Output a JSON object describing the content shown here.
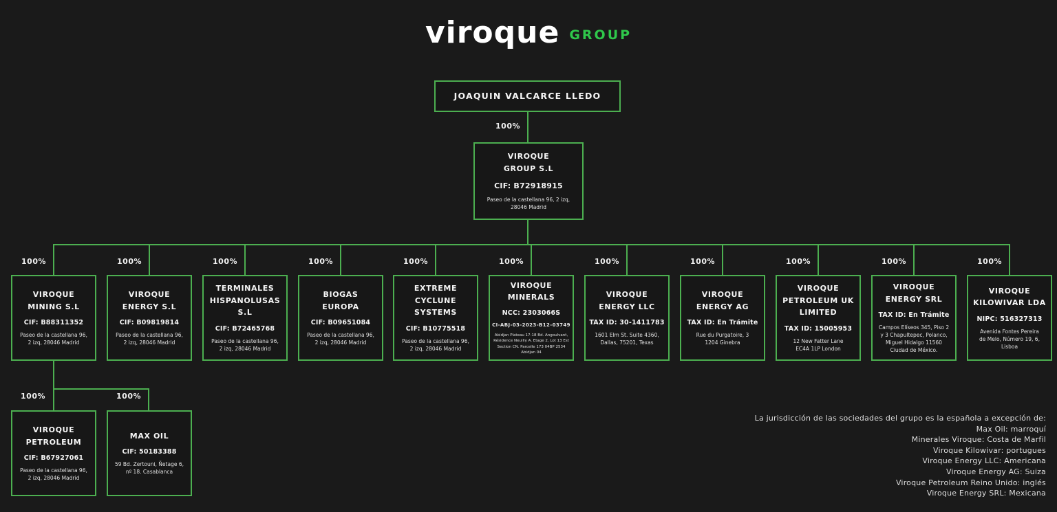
{
  "logo": {
    "brand": "viroque",
    "suffix": "GROUP"
  },
  "colors": {
    "accent_green": "#4caf50",
    "logo_green": "#2fc84b",
    "background": "#1a1a1a",
    "box_fill": "#171717",
    "text_white": "#f2f2f2"
  },
  "chart": {
    "owner": {
      "name": "JOAQUIN VALCARCE LLEDO"
    },
    "holding": {
      "ownership": "100%",
      "name": "VIROQUE\nGROUP S.L",
      "id": "CIF: B72918915",
      "address": "Paseo de la castellana 96, 2 izq,\n28046 Madrid"
    },
    "subsidiaries": [
      {
        "ownership": "100%",
        "name": "VIROQUE\nMINING S.L",
        "id": "CIF: B88311352",
        "address": "Paseo de la castellana 96,\n2 izq, 28046 Madrid"
      },
      {
        "ownership": "100%",
        "name": "VIROQUE\nENERGY S.L",
        "id": "CIF: B09819814",
        "address": "Paseo de la castellana 96,\n2 izq, 28046 Madrid"
      },
      {
        "ownership": "100%",
        "name": "TERMINALES\nHISPANOLUSAS\nS.L",
        "id": "CIF: B72465768",
        "address": "Paseo de la castellana 96,\n2 izq, 28046 Madrid"
      },
      {
        "ownership": "100%",
        "name": "BIOGAS\nEUROPA",
        "id": "CIF: B09651084",
        "address": "Paseo de la castellana 96,\n2 izq, 28046 Madrid"
      },
      {
        "ownership": "100%",
        "name": "EXTREME\nCYCLUNE\nSYSTEMS",
        "id": "CIF: B10775518",
        "address": "Paseo de la castellana 96,\n2 izq, 28046 Madrid"
      },
      {
        "ownership": "100%",
        "name": "VIROQUE\nMINERALS",
        "id": "NCC: 2303066S",
        "id2": "CI-ABJ-03-2023-B12-03749",
        "address": "Abidjan Plateau 17-18 Bd. Angoulvant,\nRésidence Neuilly A. Etage 2, Lot 13 Est\nSection CN. Parcelle 173 04BP 2534\nAbidjan 04"
      },
      {
        "ownership": "100%",
        "name": "VIROQUE\nENERGY LLC",
        "id": "TAX ID: 30-1411783",
        "address": "1601 Elm St. Suite 4360,\nDallas, 75201, Texas"
      },
      {
        "ownership": "100%",
        "name": "VIROQUE\nENERGY AG",
        "id": "TAX ID: En Trámite",
        "address": "Rue du Purgatoire, 3\n1204 Ginebra"
      },
      {
        "ownership": "100%",
        "name": "VIROQUE\nPETROLEUM UK\nLIMITED",
        "id": "TAX ID: 15005953",
        "address": "12 New Fatter Lane\nEC4A 1LP London"
      },
      {
        "ownership": "100%",
        "name": "VIROQUE\nENERGY SRL",
        "id": "TAX ID: En Trámite",
        "address": "Campos Elíseos 345, Piso 2\ny 3 Chapultepec, Polanco,\nMiguel Hidalgo 11560\nCiudad de México."
      },
      {
        "ownership": "100%",
        "name": "VIROQUE\nKILOWIVAR LDA",
        "id": "NIPC: 516327313",
        "address": "Avenida Fontes Pereira\nde Melo, Número 19, 6,\nLisboa"
      }
    ],
    "children": [
      {
        "ownership": "100%",
        "name": "VIROQUE\nPETROLEUM",
        "id": "CIF: B67927061",
        "address": "Paseo de la castellana 96,\n2 izq, 28046 Madrid"
      },
      {
        "ownership": "100%",
        "name": "MAX OIL",
        "id": "CIF: 50183388",
        "address": "59 Bd. Zertouni, Ñetage 6,\nnº 18. Casablanca"
      }
    ]
  },
  "footnote": {
    "lines": [
      "La jurisdicción de las sociedades del grupo es la española a excepción de:",
      "Max Oil: marroquí",
      "Minerales Viroque: Costa de Marfil",
      "Viroque Kilowivar: portugues",
      "Viroque Energy LLC: Americana",
      "Viroque Energy AG: Suiza",
      "Viroque Petroleum Reino Unido: inglés",
      "Viroque Energy SRL: Mexicana"
    ]
  }
}
